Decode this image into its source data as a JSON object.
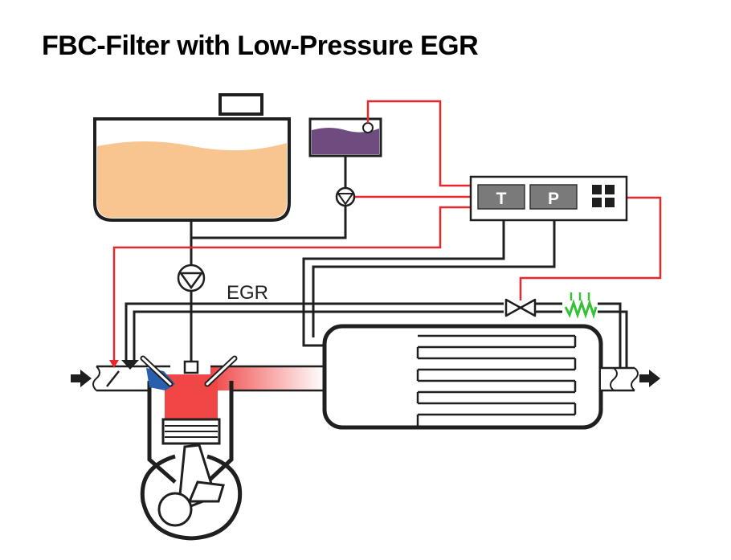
{
  "title": "FBC-Filter with Low-Pressure EGR",
  "diagram": {
    "egr_label": "EGR",
    "temperature_sensor_label": "T",
    "pressure_sensor_label": "P"
  },
  "colors": {
    "fuel": "#f8c48f",
    "additive": "#6e4c80",
    "signal_line": "#e8262b",
    "hot_gas": "#f04646",
    "intake_air": "#2a5fb0",
    "cooler": "#34c234",
    "outline": "#1f1f1f",
    "sensor_box": "#7a7a7a"
  }
}
